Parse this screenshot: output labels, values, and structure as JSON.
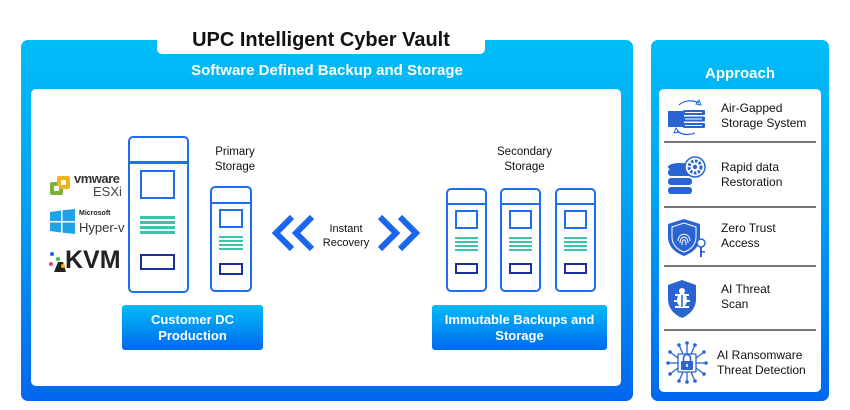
{
  "title": "UPC Intelligent Cyber Vault",
  "main": {
    "subtitle": "Software Defined Backup and Storage",
    "hypervisors": [
      {
        "icon": "vmware-esxi-logo",
        "line1": "vmware",
        "line2": "ESXi"
      },
      {
        "icon": "microsoft-hyperv-logo",
        "line1": "Microsoft",
        "line2": "Hyper-v"
      },
      {
        "icon": "kvm-logo",
        "line1": "KVM"
      }
    ],
    "primary_storage_label": "Primary Storage",
    "secondary_storage_label": "Secondary Storage",
    "instant_recovery_label": "Instant Recovery",
    "customer_dc_button": "Customer DC Production",
    "immutable_button": "Immutable Backups and Storage"
  },
  "approach": {
    "title": "Approach",
    "items": [
      {
        "icon": "air-gapped-storage-icon",
        "line1": "Air-Gapped",
        "line2": "Storage System"
      },
      {
        "icon": "database-gear-icon",
        "line1": "Rapid data",
        "line2": "Restoration"
      },
      {
        "icon": "fingerprint-shield-key-icon",
        "line1": "Zero Trust",
        "line2": "Access"
      },
      {
        "icon": "bug-shield-icon",
        "line1": "AI Threat",
        "line2": "Scan"
      },
      {
        "icon": "circuit-lock-icon",
        "line1": "AI Ransomware",
        "line2": "Threat Detection"
      }
    ]
  },
  "colors": {
    "panel_top": "#00bdf7",
    "panel_bottom": "#0068ee",
    "server_outline": "#1f6ff0",
    "server_lines": "#3ec3a9",
    "server_slot": "#1b2e99",
    "arrow": "#1a66ee"
  }
}
